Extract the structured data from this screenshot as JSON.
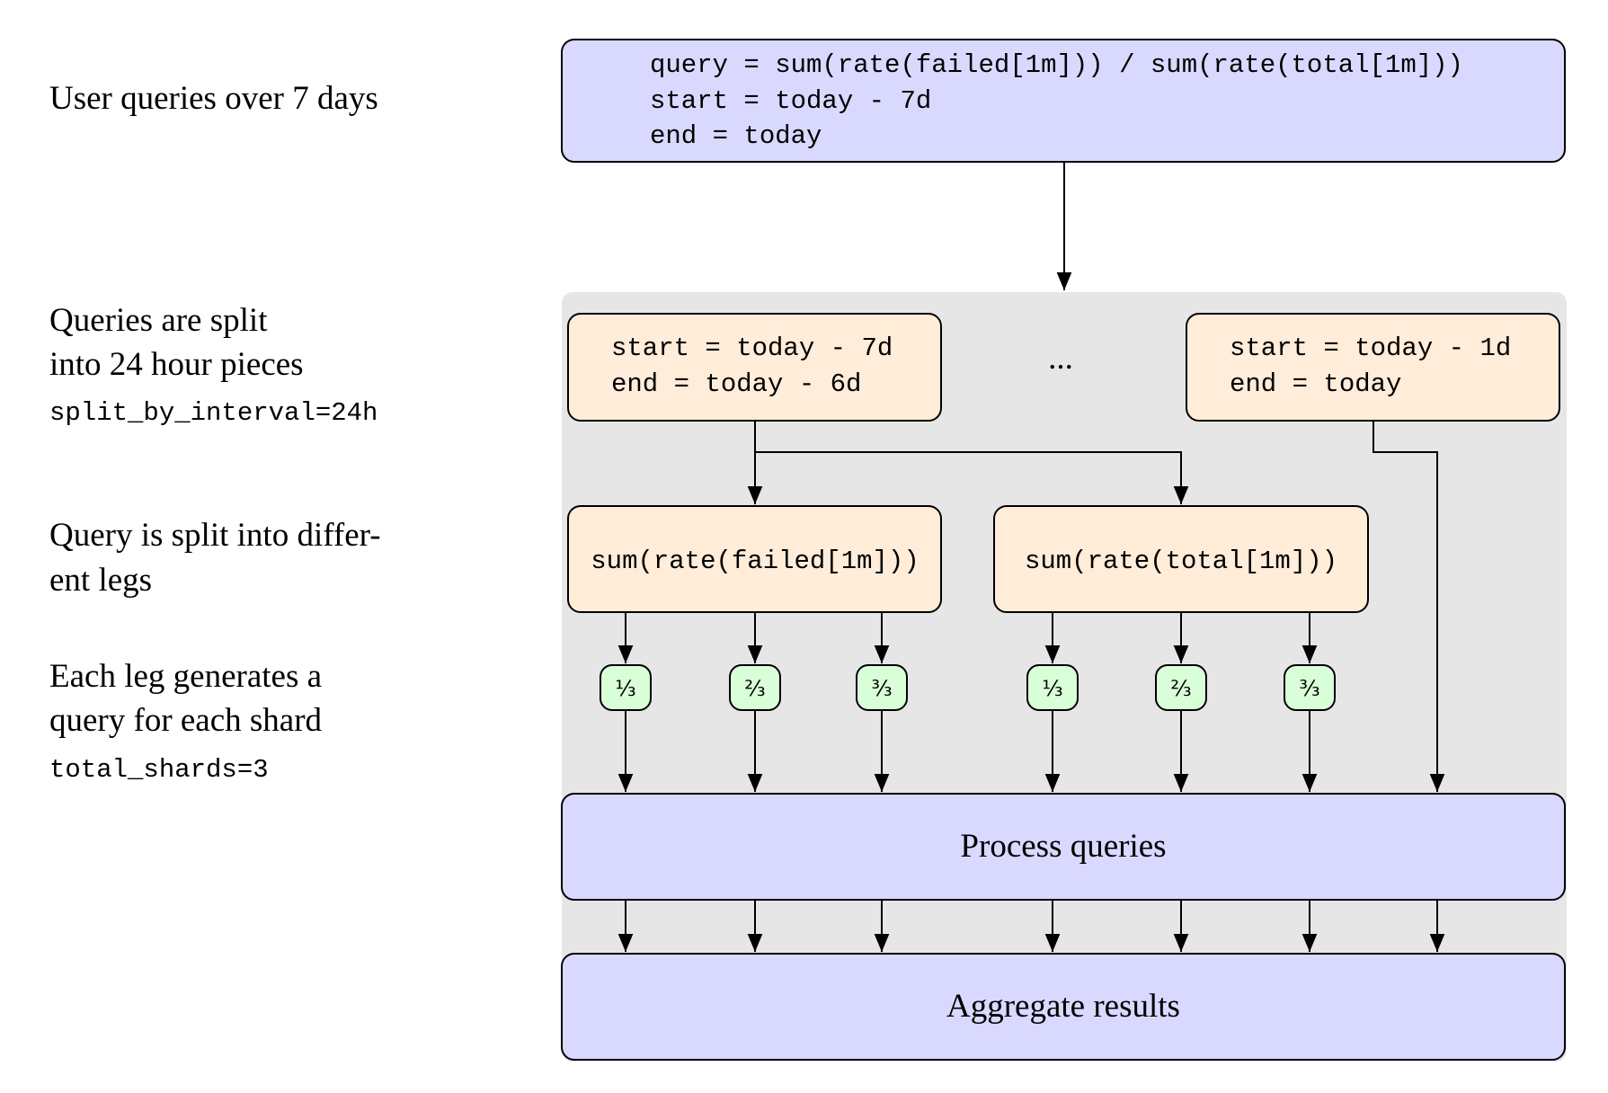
{
  "colors": {
    "query_box": "#d9d9ff",
    "split_box": "#ffecd9",
    "shard_box": "#d9ffd9",
    "background_panel": "#e6e6e6"
  },
  "left_labels": {
    "user_query": [
      "User queries over 7 days"
    ],
    "split_interval": [
      "Queries are split",
      "into 24 hour pieces",
      "split_by_interval=24h"
    ],
    "split_legs": [
      "Query is split into differ-",
      "ent legs"
    ],
    "shards": [
      "Each leg generates a",
      "query for each shard",
      "total_shards=3"
    ]
  },
  "query_box": {
    "lines": [
      "query = sum(rate(failed[1m])) / sum(rate(total[1m]))",
      "start = today - 7d",
      "end = today"
    ]
  },
  "interval_boxes": [
    {
      "lines": [
        "start = today - 7d",
        "end = today - 6d"
      ]
    },
    {
      "lines": [
        "start = today - 1d",
        "end = today"
      ]
    }
  ],
  "ellipsis": "...",
  "legs": [
    "sum(rate(failed[1m]))",
    "sum(rate(total[1m]))"
  ],
  "shards": [
    "⅓",
    "⅔",
    "³⁄₃",
    "⅓",
    "⅔",
    "³⁄₃"
  ],
  "process_box": "Process queries",
  "aggregate_box": "Aggregate results"
}
